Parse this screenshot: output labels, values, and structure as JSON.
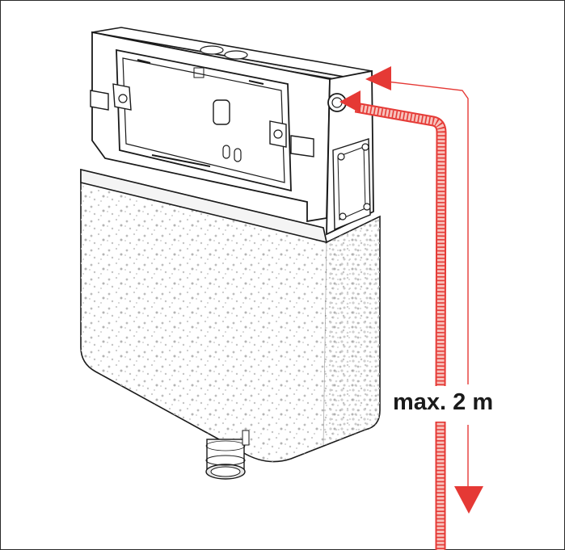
{
  "diagram": {
    "dimension_label": "max. 2 m",
    "colors": {
      "accent": "#e53935",
      "hose_fill": "#f5b2ac",
      "line": "#1a1a1a",
      "speckle": "#b5b5b5"
    },
    "icons": [
      "cistern-illustration",
      "flexible-hose",
      "dimension-arrow-up",
      "dimension-arrow-down"
    ]
  }
}
